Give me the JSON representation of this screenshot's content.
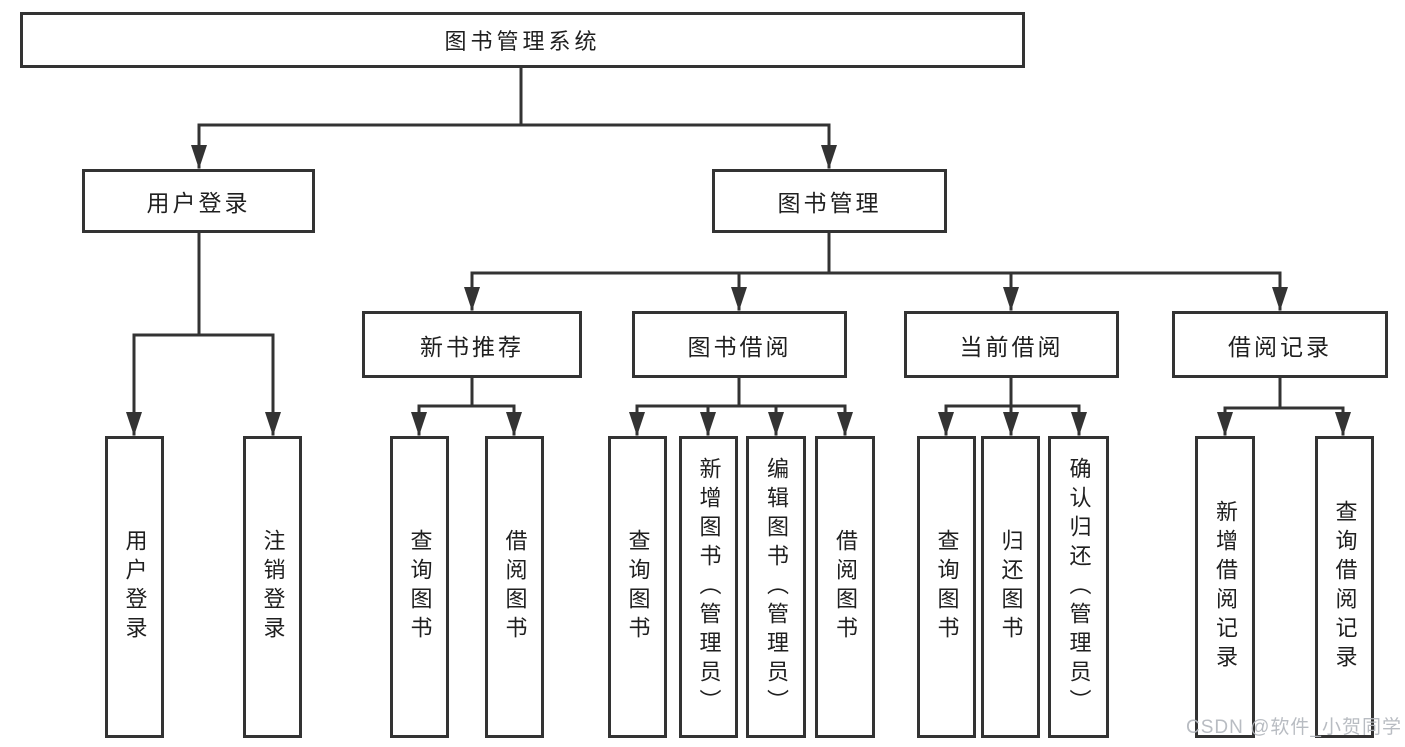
{
  "diagram": {
    "root": {
      "label": "图书管理系统"
    },
    "level2": [
      {
        "label": "用户登录"
      },
      {
        "label": "图书管理"
      }
    ],
    "level3": [
      {
        "label": "新书推荐"
      },
      {
        "label": "图书借阅"
      },
      {
        "label": "当前借阅"
      },
      {
        "label": "借阅记录"
      }
    ],
    "level4": {
      "user_login": [
        "用户登录",
        "注销登录"
      ],
      "new_books": [
        "查询图书",
        "借阅图书"
      ],
      "book_borrow": [
        "查询图书",
        "新增图书（管理员）",
        "编辑图书（管理员）",
        "借阅图书"
      ],
      "current_borrow": [
        "查询图书",
        "归还图书",
        "确认归还（管理员）"
      ],
      "borrow_records": [
        "新增借阅记录",
        "查询借阅记录"
      ]
    }
  },
  "watermark": "CSDN @软件_小贺同学",
  "colors": {
    "line": "#333333",
    "text": "#1f1f1f",
    "background": "#ffffff",
    "watermark": "#b3b7bd"
  }
}
